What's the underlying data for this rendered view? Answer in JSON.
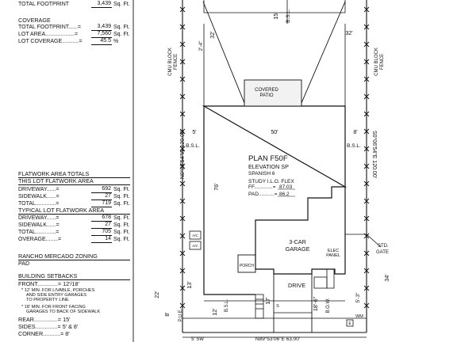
{
  "top_total": {
    "label": "TOTAL FOOTPRINT",
    "value": "3,439",
    "unit": "Sq. Ft."
  },
  "coverage": {
    "title": "COVERAGE",
    "rows": [
      {
        "label": "TOTAL FOOTPRINT......=",
        "value": "3,439",
        "unit": "Sq. Ft."
      },
      {
        "label": "LOT AREA...................=",
        "value": "7,560",
        "unit": "Sq. Ft."
      },
      {
        "label": "LOT COVERAGE...........=",
        "value": "45.5",
        "unit": "%"
      }
    ]
  },
  "flatwork": {
    "title": "FLATWORK AREA TOTALS",
    "this_lot": {
      "title": "THIS LOT FLATWORK AREA",
      "rows": [
        {
          "label": "DRIVEWAY......=",
          "value": "692",
          "unit": "Sq. Ft."
        },
        {
          "label": "SIDEWALK......=",
          "value": "27",
          "unit": "Sq. Ft."
        },
        {
          "label": "TOTAL.............=",
          "value": "719",
          "unit": "Sq. Ft."
        }
      ]
    },
    "typical": {
      "title": "TYPICAL LOT FLATWORK AREA",
      "rows": [
        {
          "label": "DRIVEWAY......=",
          "value": "678",
          "unit": "Sq. Ft."
        },
        {
          "label": "SIDEWALK......=",
          "value": "27",
          "unit": "Sq. Ft."
        },
        {
          "label": "TOTAL.............=",
          "value": "705",
          "unit": "Sq. Ft."
        },
        {
          "label": "OVERAGE........=",
          "value": "14",
          "unit": "Sq. Ft."
        }
      ]
    }
  },
  "zoning": {
    "title": "RANCHO MERCADO ZONING",
    "value": "PAD"
  },
  "setbacks": {
    "title": "BUILDING SETBACKS",
    "front": "FRONT.............= 12'/18'",
    "note1": [
      "* 12' MIN. FOR LIVABLE, PORCHES",
      "AND SIDE ENTRY GARAGES",
      "TO PROPERTY LINE"
    ],
    "note2": [
      "* 18' MIN. FOR FRONT FACING",
      "GARAGES TO BACK OF SIDEWALK"
    ],
    "rear": "REAR...............= 15'",
    "sides": "SIDES..............= 5' & 8'",
    "corner": "CORNER...........= 8'"
  },
  "plan": {
    "title": "PLAN F50F",
    "elevation": "ELEVATION SP",
    "style": "SPANISH 6",
    "option": "STUDY I.L.O. FLEX",
    "ff_label": "FF.............=",
    "ff_value": "87.03",
    "pad_label": "PAD...........=",
    "pad_value": "86.2"
  },
  "labels": {
    "covered_patio": [
      "COVERED",
      "PATIO"
    ],
    "garage": [
      "3-CAR",
      "GARAGE"
    ],
    "elec_panel": [
      "ELEC",
      "PANEL"
    ],
    "porch": "PORCH",
    "drive": "DRIVE",
    "std_gate": [
      "STD.",
      "GATE"
    ],
    "fence_left": [
      "CMU BLOCK",
      "FENCE"
    ],
    "fence_right": [
      "CMU BLOCK",
      "FENCE"
    ],
    "bearing_left": "N0°06'54\"W  120.00'",
    "bearing_right": "S0°06'54\"E  120.00'",
    "bearing_bottom": "N89°53'06\"E  63.00'",
    "bsl": "B.S.L.",
    "pue": "P.U.E.",
    "bow": "B.O.W.",
    "sw": "5' SW",
    "wm": "WM",
    "ac": "A/C",
    "e": "E",
    "s": "S"
  },
  "dims": {
    "d15": "15'",
    "d32a": "32'",
    "d32b": "32'",
    "d50": "50'",
    "d5": "5'",
    "d8": "8'",
    "d76": "76'",
    "d34": "34'",
    "d22": "22'",
    "d13": "13'",
    "d12": "12'",
    "d8b": "8'",
    "d17": "17'",
    "d18_6": "18'-6\"",
    "d5_3": "5'-3\"",
    "d2_4": "2'-4\""
  }
}
